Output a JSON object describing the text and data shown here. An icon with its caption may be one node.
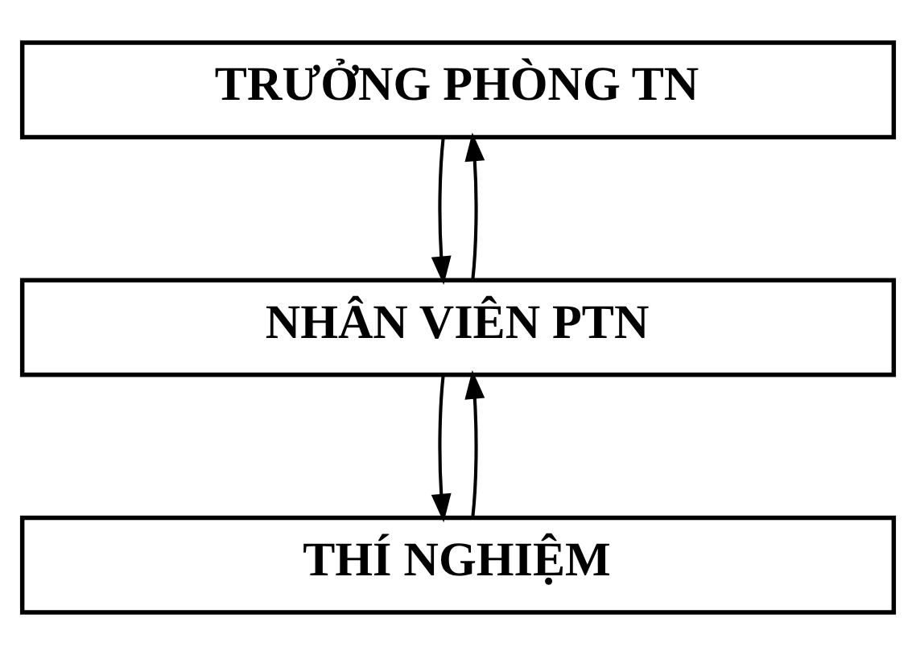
{
  "diagram": {
    "nodes": [
      {
        "text": [
          "TRƯỞNG PHÒNG TN"
        ]
      },
      {
        "text": [
          "NHÂN VIÊN PTN"
        ]
      },
      {
        "text": [
          "THÍ NGHIỆM"
        ]
      }
    ],
    "edges": [
      {
        "from": 0,
        "to": 1,
        "arrow": "to"
      },
      {
        "from": 1,
        "to": 0,
        "arrow": "to"
      },
      {
        "from": 1,
        "to": 2,
        "arrow": "to"
      },
      {
        "from": 2,
        "to": 1,
        "arrow": "to"
      }
    ]
  }
}
